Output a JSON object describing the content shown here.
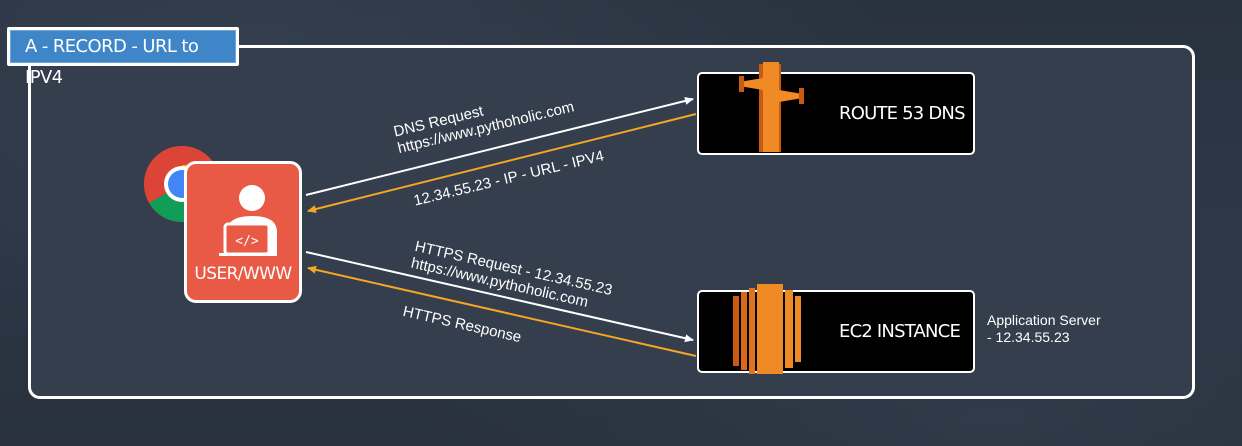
{
  "title": "A - RECORD - URL to IPV4",
  "user": {
    "label": "USER/WWW",
    "browser_icon": "chrome-icon",
    "person_icon": "user-laptop-icon"
  },
  "route53": {
    "label": "ROUTE 53 DNS",
    "icon": "route53-icon"
  },
  "ec2": {
    "label": "EC2 INSTANCE",
    "icon": "ec2-icon"
  },
  "arrows": {
    "dns_request_line1": "DNS Request",
    "dns_request_line2": "https://www.pythoholic.com",
    "dns_response": "12.34.55.23 - IP - URL - IPV4",
    "https_request_line1": "HTTPS Request - 12.34.55.23",
    "https_request_line2": "https://www.pythoholic.com",
    "https_response": "HTTPS Response"
  },
  "app_server": {
    "line1": "Application Server",
    "line2": "- 12.34.55.23"
  },
  "colors": {
    "background": "#2a3442",
    "panel": "#343e4d",
    "title_tab": "#3f86c8",
    "user_box": "#e85a45",
    "aws_orange": "#f08a24",
    "request_arrow": "#ffffff",
    "response_arrow": "#f5a623"
  }
}
